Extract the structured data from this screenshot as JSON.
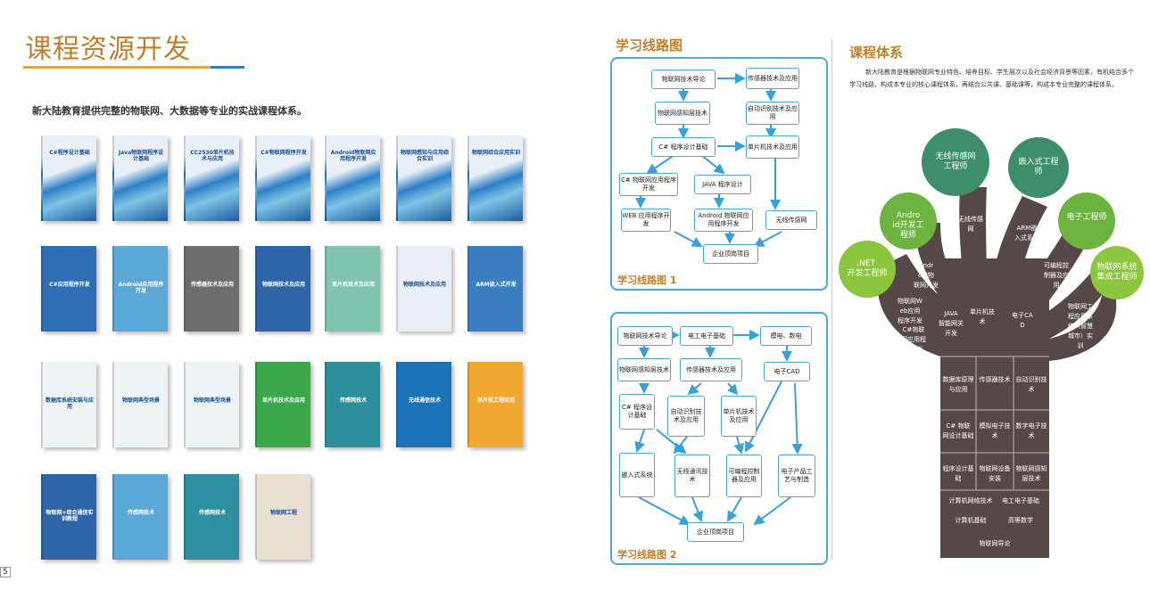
{
  "left": {
    "title": "课程资源开发",
    "lead": "新大陆教育提供完整的物联网、大数据等专业的实战课程体系。",
    "books_row1": [
      "C#程序设计基础",
      "Java物联网程序设计基础",
      "CC2530单片机技术与应用",
      "C#物联网程序开发",
      "Android物联网应用程序开发",
      "物联网感知与应用综合实训",
      "物联网综合应用实训"
    ],
    "books_row2": [
      "C#应用程序开发",
      "Android应用程序开发",
      "传感器技术及应用",
      "物联网技术及应用",
      "单片机技术及应用",
      "物联网技术及应用",
      "ARM嵌入式开发"
    ],
    "books_row3": [
      "数据库系统安装与应用",
      "物联网典型场景",
      "物联网典型场景",
      "单片机技术及应用",
      "传感网技术",
      "无线通信技术",
      "单片机工程应用"
    ],
    "books_row4": [
      "物联网+综合通信实训教程",
      "传感网技术",
      "传感网技术",
      "物联网工程"
    ],
    "page_number": "5"
  },
  "middle": {
    "title": "学习线路图",
    "map1": {
      "label": "学习线路图 1",
      "nodes": {
        "n1": "物联网技术导论",
        "n2": "传感器技术及应用",
        "n3": "物联网感知层技术",
        "n4": "自动识别技术及应用",
        "n5": "C# 程序设计基础",
        "n6": "单片机技术及应用",
        "n7": "C# 物联网应用程序开发",
        "n8": "JAVA 程序设计",
        "n9": "WEB 应用程序开发",
        "n10": "Android 物联网应用程序开发",
        "n11": "无线传感网",
        "n12": "企业顶岗项目"
      }
    },
    "map2": {
      "label": "学习线路图 2",
      "nodes": {
        "m1": "物联网技术导论",
        "m2": "电工电子基础",
        "m3": "模电、数电",
        "m4": "物联网感知层技术",
        "m5": "传感器技术及应用",
        "m6": "电子CAD",
        "m7": "C# 程序设计基础",
        "m8": "自动识别技术及应用",
        "m9": "单片机技术及应用",
        "m10": "嵌入式系统",
        "m11": "无线通讯技术",
        "m12": "可编程控制器及应用",
        "m13": "电子产品工艺与制造",
        "m14": "企业顶岗项目"
      }
    }
  },
  "right": {
    "title": "课程体系",
    "paragraph": "新大陆教育是根据物联网专业特色、培养目标、学生层次以及社会经济背景等因素，有机结合多个学习线路，构成本专业的核心课程体系，再结合公共课、基础课等，构成本专业完整的课程体系。",
    "circles": [
      "无线传感网工程师",
      "嵌入式工程师",
      "Android开发工程师",
      "电子工程师",
      ".NET 开发工程师",
      "物联网系统集成工程师"
    ],
    "branches": [
      "无线传感网",
      "ARM嵌入式系统",
      "Android物联网开发",
      "可编程控制器及应用",
      "物联网Web应用程序开发",
      "JAVA智能网关开发",
      "C#物联网应用程序开发",
      "单片机技术",
      "电子CAD",
      "物联网工程应用系统（智慧城市）实训"
    ],
    "trunk_rows": [
      [
        "数据库原理与应用",
        "传感器技术",
        "自动识别技术"
      ],
      [
        "C# 物联网设计基础",
        "模拟电子技术",
        "数字电子技术"
      ],
      [
        "程序设计基础",
        "物联网设备安装",
        "物联网感知层技术"
      ],
      [
        "计算机网络技术",
        "电工电子基础"
      ],
      [
        "计算机基础",
        "高等数学"
      ],
      [
        "物联网导论"
      ]
    ],
    "colors": {
      "trunk": "#574848",
      "green": "#3e8e6b",
      "lightgreen": "#8cc63f",
      "midgreen": "#6db33f"
    }
  }
}
